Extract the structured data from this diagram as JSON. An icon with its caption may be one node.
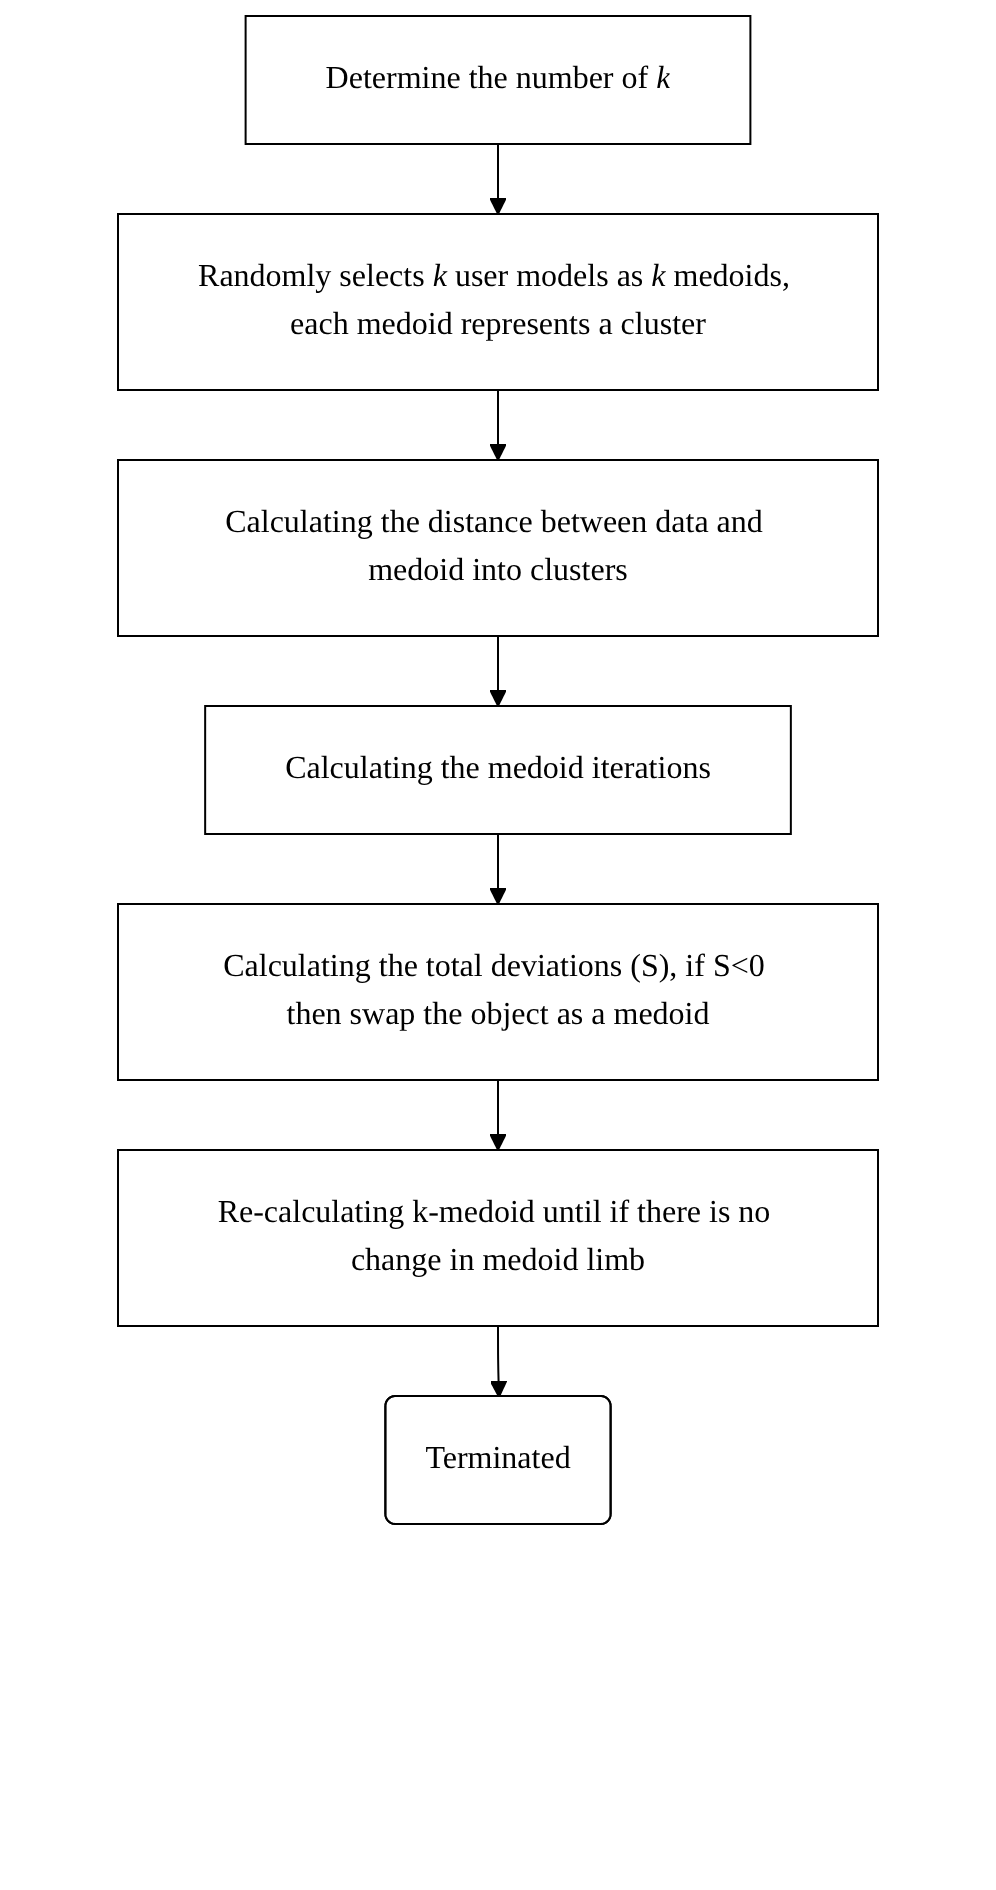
{
  "diagram": {
    "nodes": [
      {
        "text": [
          "Determine the number of *k*"
        ]
      },
      {
        "text": [
          "Randomly selects *k* user models as *k* medoids, each medoid represents a cluster"
        ]
      },
      {
        "text": [
          "Calculating the distance between data and medoid into clusters"
        ]
      },
      {
        "text": [
          "Calculating the medoid iterations"
        ]
      },
      {
        "text": [
          "Calculating the total deviations (S), if S<0 then swap the object as a medoid"
        ]
      },
      {
        "text": [
          "Re-calculating k-medoid until if there is no change in medoid limb"
        ]
      },
      {
        "text": [
          "Terminated"
        ]
      }
    ],
    "edges": [
      {
        "from": 0,
        "to": 1,
        "arrow": "to"
      },
      {
        "from": 1,
        "to": 2,
        "arrow": "to"
      },
      {
        "from": 2,
        "to": 3,
        "arrow": "to"
      },
      {
        "from": 3,
        "to": 4,
        "arrow": "to"
      },
      {
        "from": 4,
        "to": 5,
        "arrow": "to"
      },
      {
        "from": 5,
        "to": 6,
        "arrow": "to"
      }
    ]
  }
}
